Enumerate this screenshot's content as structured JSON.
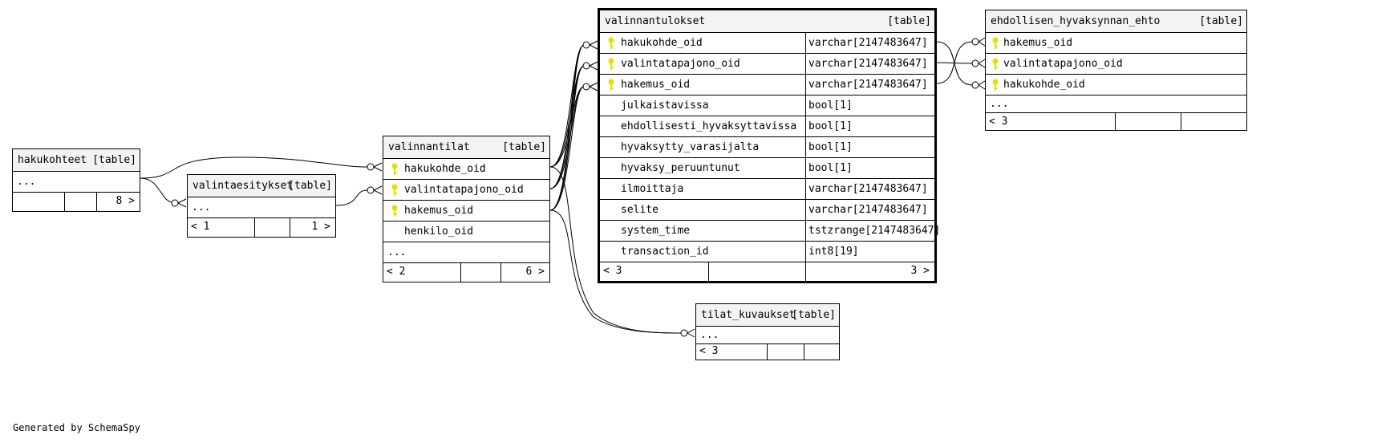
{
  "tables": {
    "valinnantulokset": {
      "name": "valinnantulokset",
      "tag": "[table]",
      "columns": [
        {
          "name": "hakukohde_oid",
          "type": "varchar[2147483647]",
          "pk": true
        },
        {
          "name": "valintatapajono_oid",
          "type": "varchar[2147483647]",
          "pk": true
        },
        {
          "name": "hakemus_oid",
          "type": "varchar[2147483647]",
          "pk": true
        },
        {
          "name": "julkaistavissa",
          "type": "bool[1]",
          "pk": false
        },
        {
          "name": "ehdollisesti_hyvaksyttavissa",
          "type": "bool[1]",
          "pk": false
        },
        {
          "name": "hyvaksytty_varasijalta",
          "type": "bool[1]",
          "pk": false
        },
        {
          "name": "hyvaksy_peruuntunut",
          "type": "bool[1]",
          "pk": false
        },
        {
          "name": "ilmoittaja",
          "type": "varchar[2147483647]",
          "pk": false
        },
        {
          "name": "selite",
          "type": "varchar[2147483647]",
          "pk": false
        },
        {
          "name": "system_time",
          "type": "tstzrange[2147483647]",
          "pk": false
        },
        {
          "name": "transaction_id",
          "type": "int8[19]",
          "pk": false
        }
      ],
      "footer_left": "< 3",
      "footer_right": "3 >"
    },
    "ehdollisen_hyvaksynnan_ehto": {
      "name": "ehdollisen_hyvaksynnan_ehto",
      "tag": "[table]",
      "columns": [
        {
          "name": "hakemus_oid",
          "pk": true
        },
        {
          "name": "valintatapajono_oid",
          "pk": true
        },
        {
          "name": "hakukohde_oid",
          "pk": true
        }
      ],
      "more": "...",
      "footer_left": "< 3"
    },
    "hakukohteet": {
      "name": "hakukohteet",
      "tag": "[table]",
      "more": "...",
      "footer_right": "8 >"
    },
    "valintaesitykset": {
      "name": "valintaesitykset",
      "tag": "[table]",
      "more": "...",
      "footer_left": "< 1",
      "footer_right": "1 >"
    },
    "valinnantilat": {
      "name": "valinnantilat",
      "tag": "[table]",
      "columns": [
        {
          "name": "hakukohde_oid",
          "pk": true
        },
        {
          "name": "valintatapajono_oid",
          "pk": true
        },
        {
          "name": "hakemus_oid",
          "pk": true
        },
        {
          "name": "henkilo_oid",
          "pk": false
        }
      ],
      "more": "...",
      "footer_left": "< 2",
      "footer_right": "6 >"
    },
    "tilat_kuvaukset": {
      "name": "tilat_kuvaukset",
      "tag": "[table]",
      "more": "...",
      "footer_left": "< 3"
    }
  },
  "caption": "Generated by SchemaSpy",
  "colors": {
    "key": "#e3e000",
    "header_bg": "#f3f3f3",
    "line": "#000000"
  }
}
